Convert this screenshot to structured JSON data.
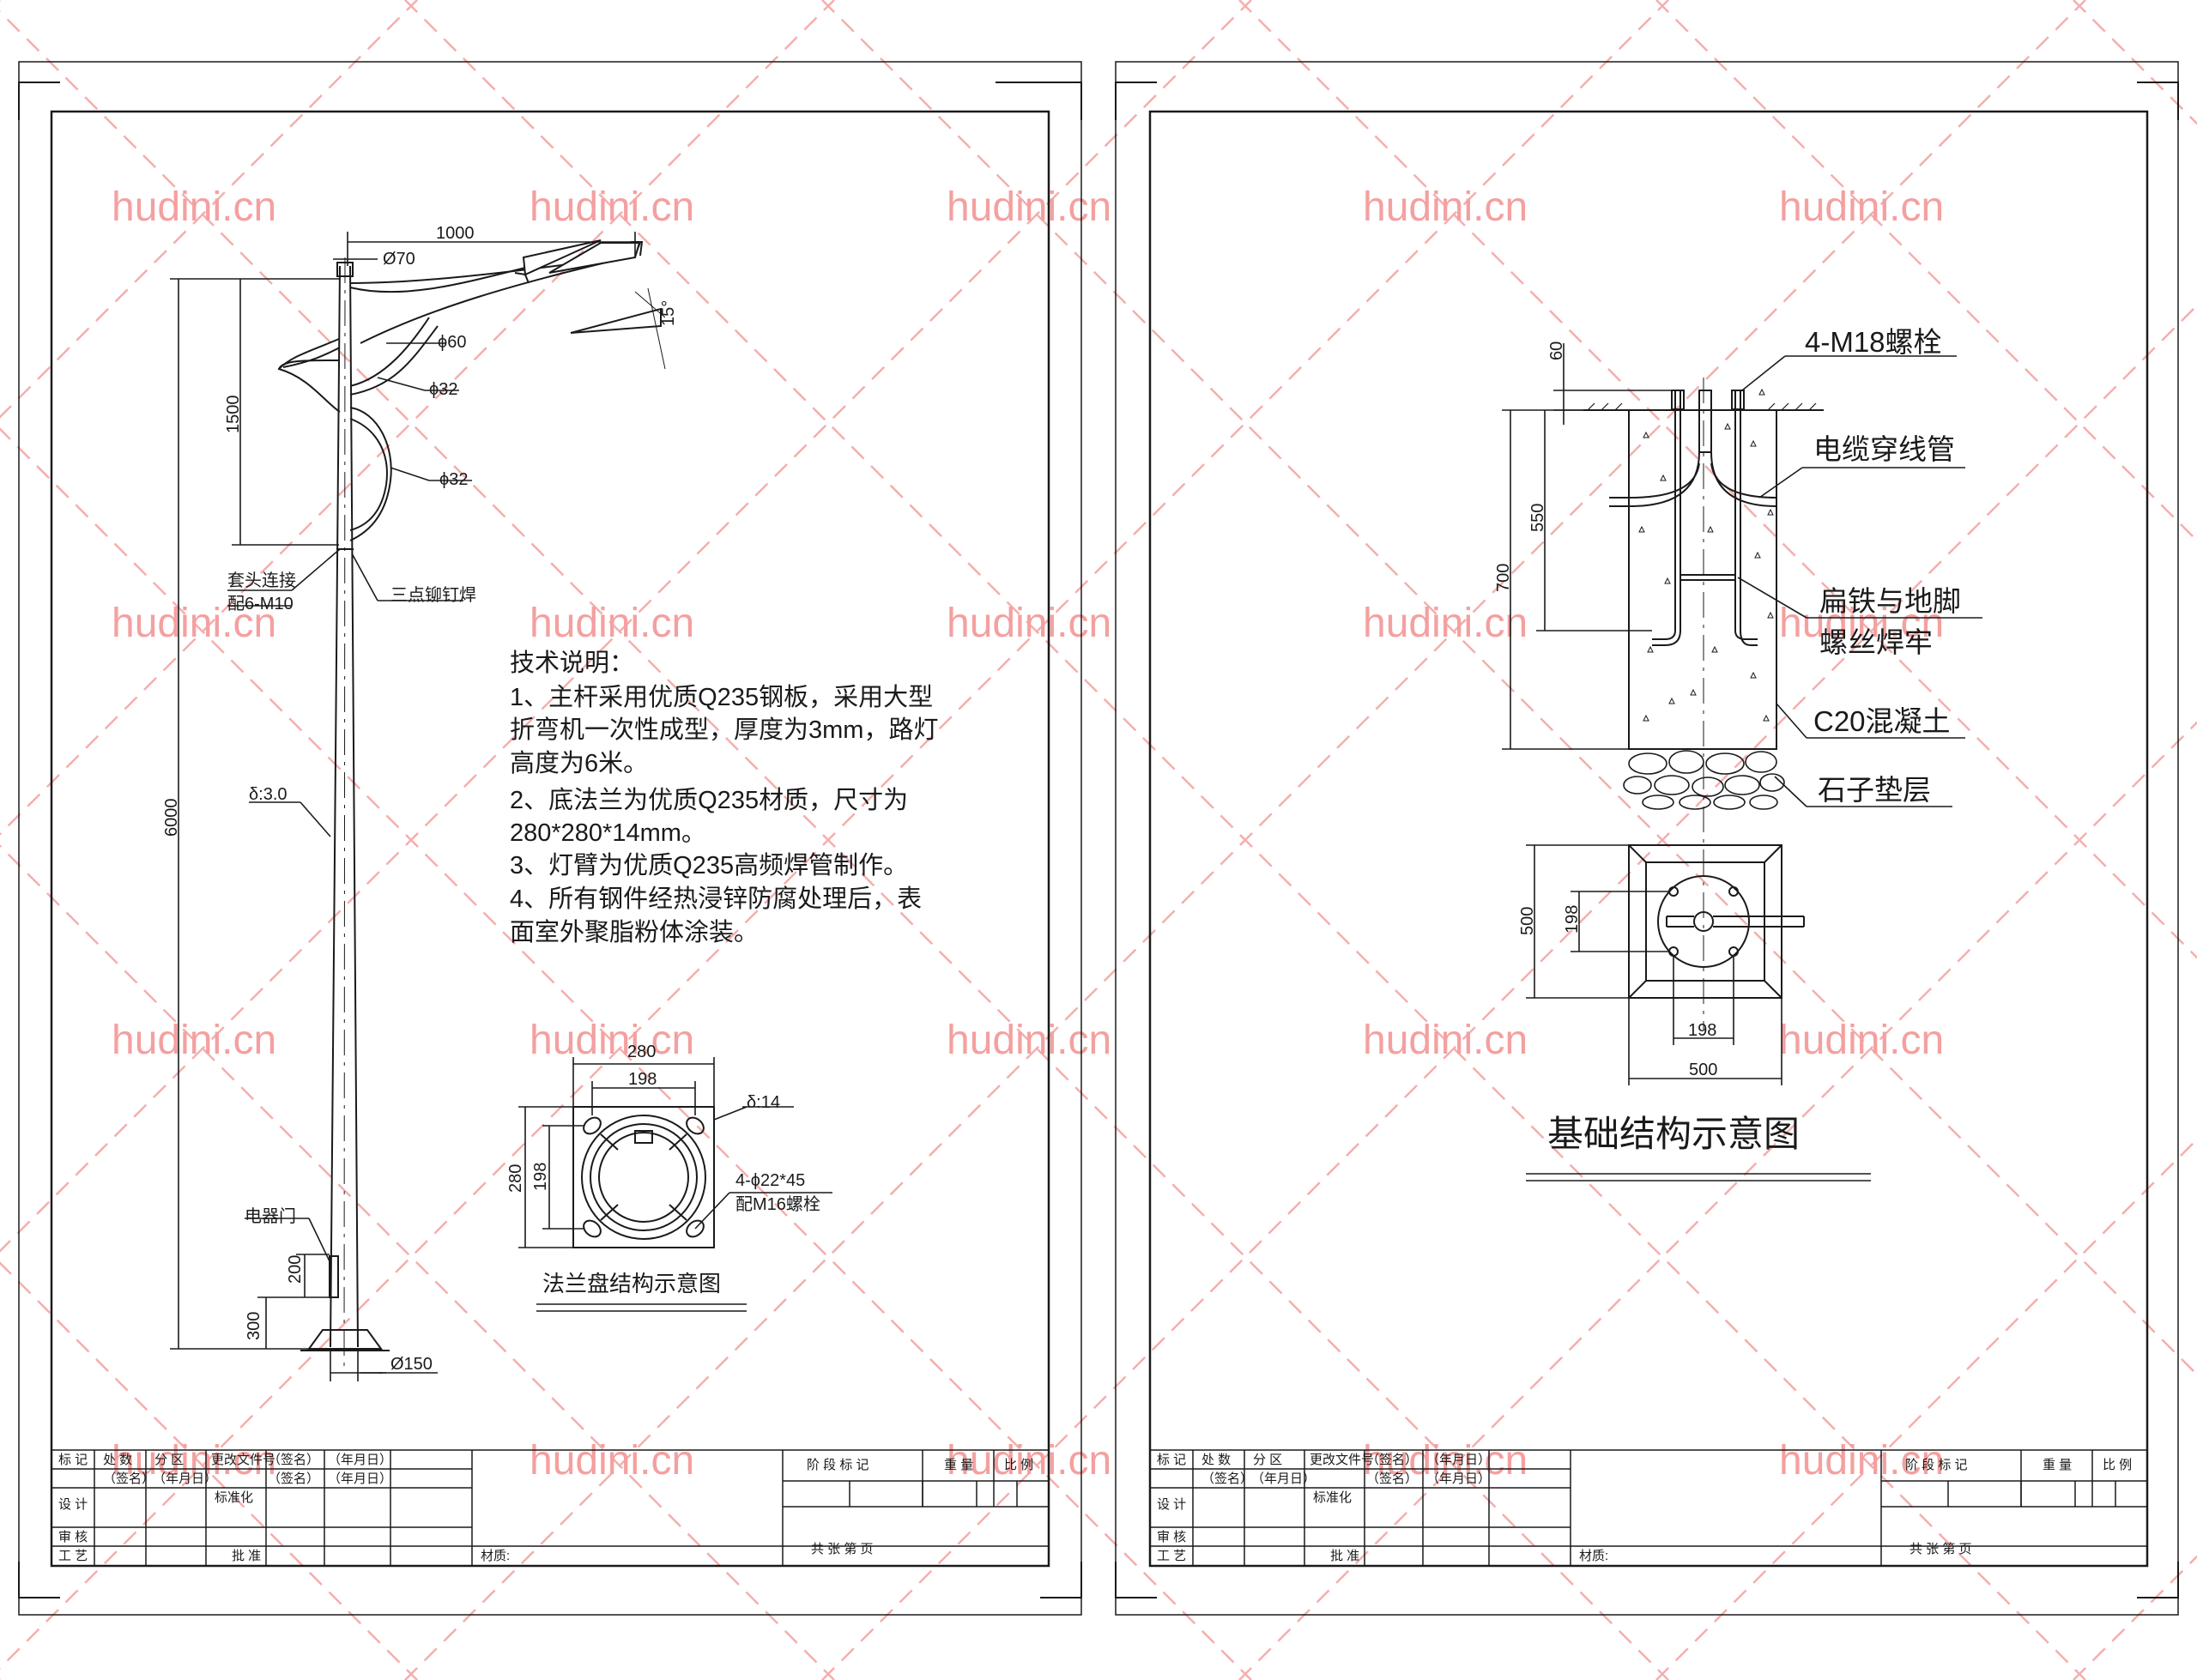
{
  "watermark": {
    "text": "hudini.cn",
    "color": "#f4a0a0"
  },
  "line_color": "#1a1a1a",
  "left_sheet": {
    "pole": {
      "dim_arm_length": "1000",
      "dim_top_dia": "Ø70",
      "dim_arm_dia": "ϕ60",
      "dim_brace1_dia": "ϕ32",
      "dim_brace2_dia": "ϕ32",
      "dim_angle": "15°",
      "dim_arm_height": "1500",
      "dim_total_height": "6000",
      "sleeve_label_1": "套头连接",
      "sleeve_label_2": "配6-M10",
      "rivet_label": "三点铆钉焊",
      "thickness_label": "δ:3.0",
      "door_label": "电器门",
      "dim_door_height": "200",
      "dim_door_base": "300",
      "dim_base_dia": "Ø150"
    },
    "notes": {
      "heading": "技术说明：",
      "lines": [
        "1、主杆采用优质Q235钢板，采用大型",
        "折弯机一次性成型，厚度为3mm，路灯",
        "高度为6米。",
        "2、底法兰为优质Q235材质，尺寸为",
        "280*280*14mm。",
        "3、灯臂为优质Q235高频焊管制作。",
        "4、所有钢件经热浸锌防腐处理后，表",
        "面室外聚脂粉体涂装。"
      ]
    },
    "flange": {
      "dim_outer": "280",
      "dim_bolt": "198",
      "dim_outer_v": "280",
      "dim_bolt_v": "198",
      "thickness": "δ:14",
      "holes": "4-ϕ22*45",
      "bolts": "配M16螺栓",
      "title": "法兰盘结构示意图"
    }
  },
  "right_sheet": {
    "foundation": {
      "dim_bolt_top": "60",
      "dim_embed": "550",
      "dim_depth": "700",
      "bolt_label": "4-M18螺栓",
      "cable_label": "电缆穿线管",
      "weld_label_1": "扁铁与地脚",
      "weld_label_2": "螺丝焊牢",
      "concrete_label": "C20混凝土",
      "gravel_label": "石子垫层",
      "dim_plan_v": "500",
      "dim_plan_bolt_v": "198",
      "dim_plan_bolt_h": "198",
      "dim_plan_h": "500",
      "title": "基础结构示意图"
    }
  },
  "title_block": {
    "mark": "标 记",
    "count": "处 数",
    "zone": "分 区",
    "doc_no": "更改文件号",
    "sign": "（签名）",
    "date": "（年月日）",
    "design": "设 计",
    "standard": "标准化",
    "review": "审 核",
    "process": "工 艺",
    "approve": "批 准",
    "material": "材质:",
    "stage": "阶 段 标 记",
    "weight": "重 量",
    "scale": "比 例",
    "sheets": "共      张      第      页"
  }
}
